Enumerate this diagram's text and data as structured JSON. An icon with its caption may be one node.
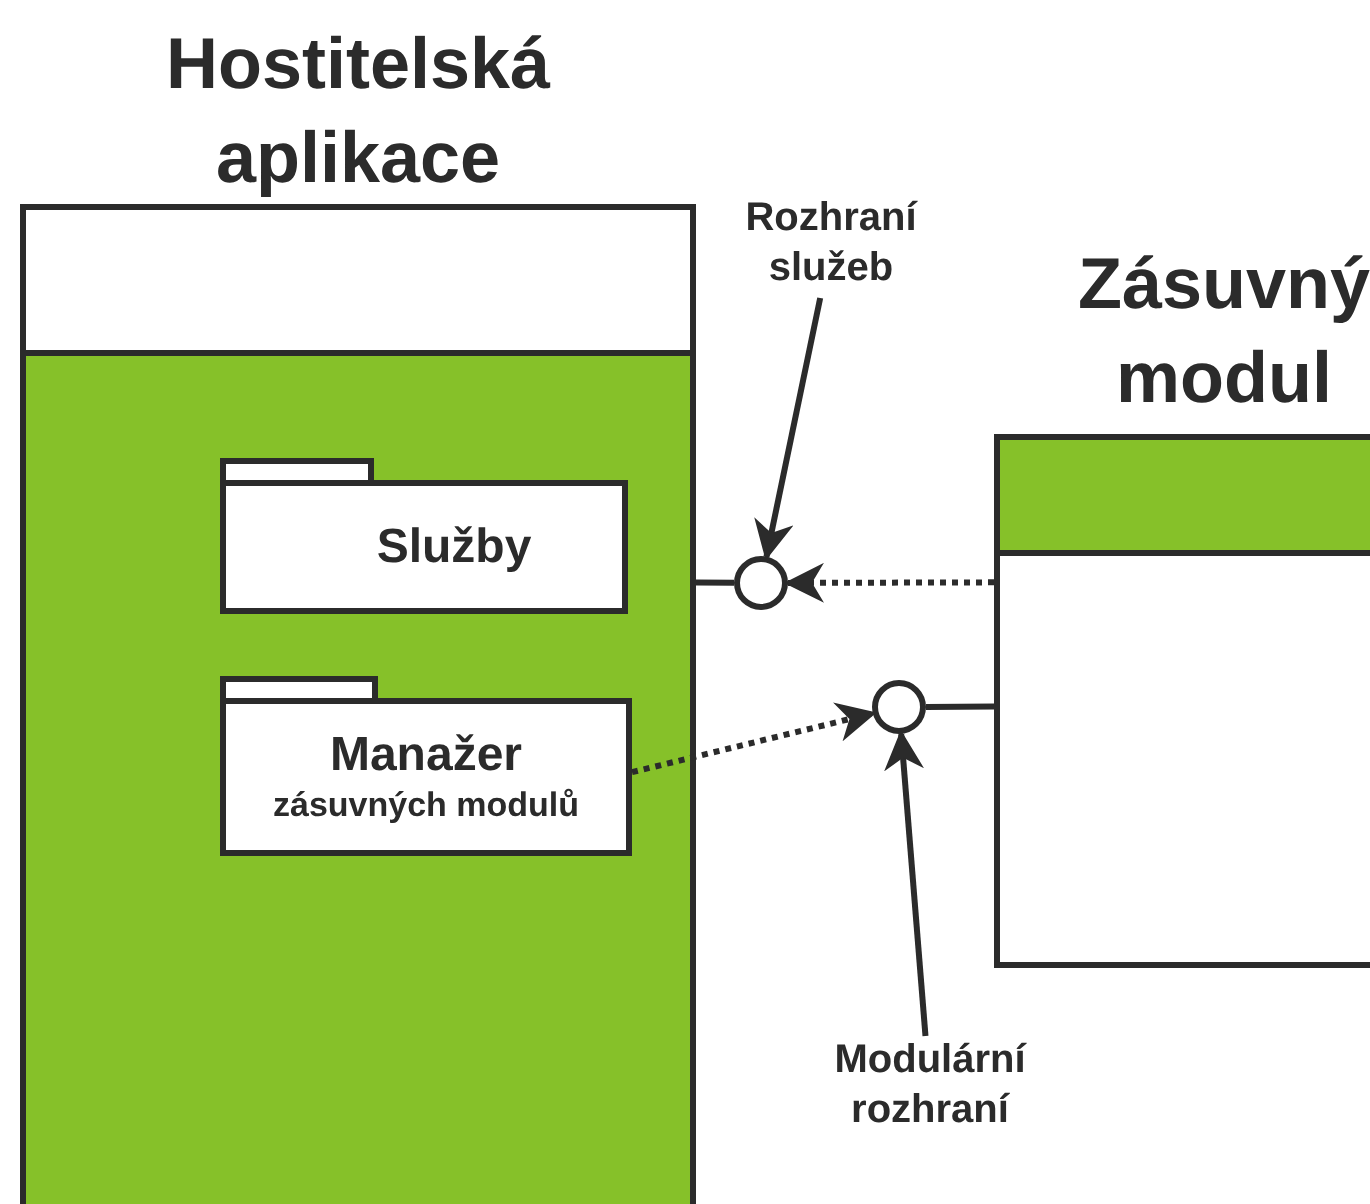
{
  "diagram": {
    "nodes": [
      {
        "text": [
          "Hostitelská aplikace"
        ]
      },
      {
        "text": [
          "Služby"
        ],
        "in": 0
      },
      {
        "text": [
          "Manažer",
          "zásuvných modulů"
        ],
        "in": 0
      },
      {
        "text": [
          "Zásuvný modul"
        ]
      },
      {
        "text": [],
        "shape": "circle"
      },
      {
        "text": [],
        "shape": "circle"
      },
      {
        "text": [
          "Rozhraní služeb"
        ]
      },
      {
        "text": [
          "Modulární rozhraní"
        ]
      }
    ],
    "edges": [
      {
        "from": 0,
        "to": 4,
        "arrow": "none"
      },
      {
        "from": 3,
        "to": 5,
        "arrow": "none"
      },
      {
        "from": 3,
        "to": 4,
        "arrow": "to",
        "style": "dashed"
      },
      {
        "from": 2,
        "to": 5,
        "arrow": "to",
        "style": "dashed"
      },
      {
        "from": 6,
        "to": 4,
        "arrow": "to"
      },
      {
        "from": 7,
        "to": 5,
        "arrow": "to"
      }
    ]
  }
}
